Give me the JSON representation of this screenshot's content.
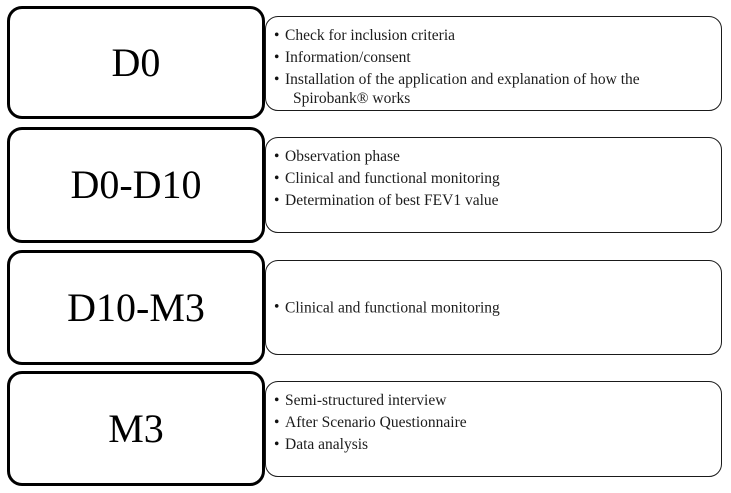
{
  "diagram": {
    "title": "Study timeline flow diagram",
    "bullet_glyph": "•",
    "colors": {
      "stage_border": "#000000",
      "detail_border": "#1a1a1a",
      "text": "#1c1c1c",
      "background": "#ffffff"
    },
    "rows": [
      {
        "stage": "D0",
        "items": [
          {
            "text": "Check for inclusion criteria",
            "continuation": ""
          },
          {
            "text": "Information/consent",
            "continuation": ""
          },
          {
            "text": "Installation of the application and explanation of how the",
            "continuation": "Spirobank® works"
          }
        ],
        "align": "top"
      },
      {
        "stage": "D0-D10",
        "items": [
          {
            "text": "Observation phase",
            "continuation": ""
          },
          {
            "text": "Clinical and functional monitoring",
            "continuation": ""
          },
          {
            "text": "Determination of best FEV1 value",
            "continuation": ""
          }
        ],
        "align": "top"
      },
      {
        "stage": "D10-M3",
        "items": [
          {
            "text": "Clinical and functional monitoring",
            "continuation": ""
          }
        ],
        "align": "mid"
      },
      {
        "stage": "M3",
        "items": [
          {
            "text": "Semi-structured interview",
            "continuation": ""
          },
          {
            "text": "After Scenario Questionnaire",
            "continuation": ""
          },
          {
            "text": "Data analysis",
            "continuation": ""
          }
        ],
        "align": "top"
      }
    ]
  }
}
